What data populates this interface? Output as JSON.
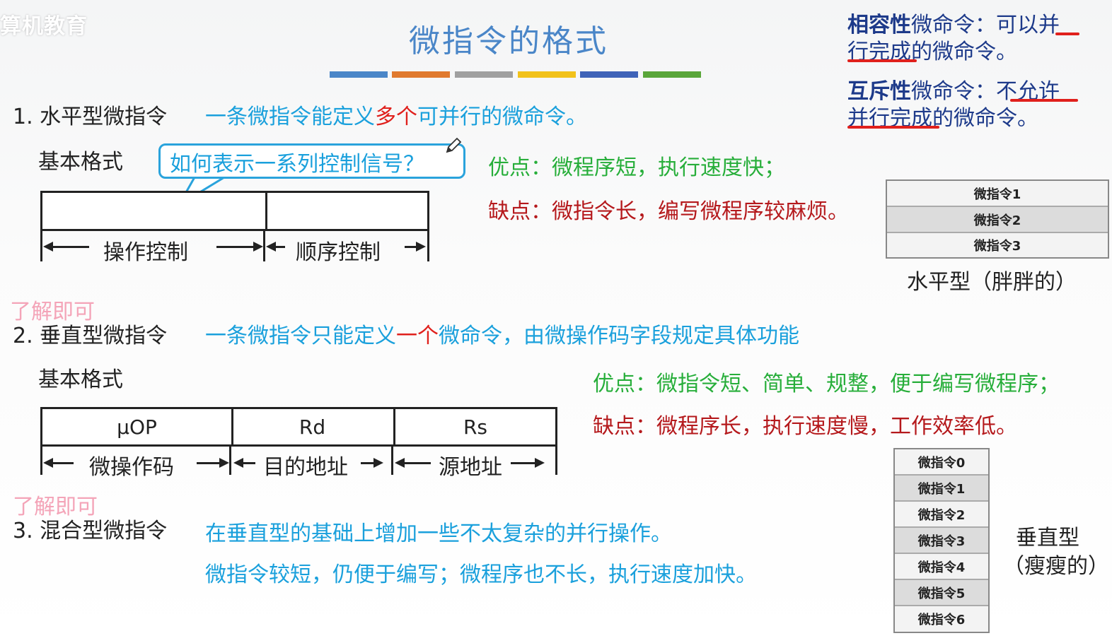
{
  "watermark": "算机教育",
  "title": "微指令的格式",
  "title_bar_colors": [
    "#4a86c8",
    "#e07a2e",
    "#a0a0a0",
    "#f2c21a",
    "#3f63b8",
    "#5aa63a"
  ],
  "compat": {
    "line1_bold": "相容性",
    "line1_rest": "微命令：可以并",
    "line2": "行完成的微命令。"
  },
  "exclusive": {
    "line1_bold": "互斥性",
    "line1_rest": "微命令：不允许",
    "line2": "并行完成的微命令。"
  },
  "horizontal": {
    "heading": "1. 水平型微指令",
    "desc_pre": "一条微指令能定义",
    "desc_red": "多个",
    "desc_post": "可并行的微命令。",
    "basic_format": "基本格式",
    "bubble": "如何表示一系列控制信号？",
    "pro": "优点：微程序短，执行速度快；",
    "con": "缺点：微指令长，编写微程序较麻烦。",
    "fields": [
      "操作控制",
      "顺序控制"
    ],
    "table_rows": [
      "微指令1",
      "微指令2",
      "微指令3"
    ],
    "table_caption": "水平型（胖胖的）"
  },
  "vertical": {
    "understand": "了解即可",
    "heading": "2. 垂直型微指令",
    "desc_pre": "一条微指令只能定义",
    "desc_red": "一个",
    "desc_post": "微命令，由微操作码字段规定具体功能",
    "basic_format": "基本格式",
    "pro": "优点：微指令短、简单、规整，便于编写微程序；",
    "con": "缺点：微程序长，执行速度慢，工作效率低。",
    "cells": [
      "μOP",
      "Rd",
      "Rs"
    ],
    "fields": [
      "微操作码",
      "目的地址",
      "源地址"
    ],
    "table_rows": [
      "微指令0",
      "微指令1",
      "微指令2",
      "微指令3",
      "微指令4",
      "微指令5",
      "微指令6"
    ],
    "caption1": "垂直型",
    "caption2": "（瘦瘦的）"
  },
  "mixed": {
    "understand": "了解即可",
    "heading": "3. 混合型微指令",
    "line1": "在垂直型的基础上增加一些不太复杂的并行操作。",
    "line2": "微指令较短，仍便于编写；微程序也不长，执行速度加快。"
  }
}
